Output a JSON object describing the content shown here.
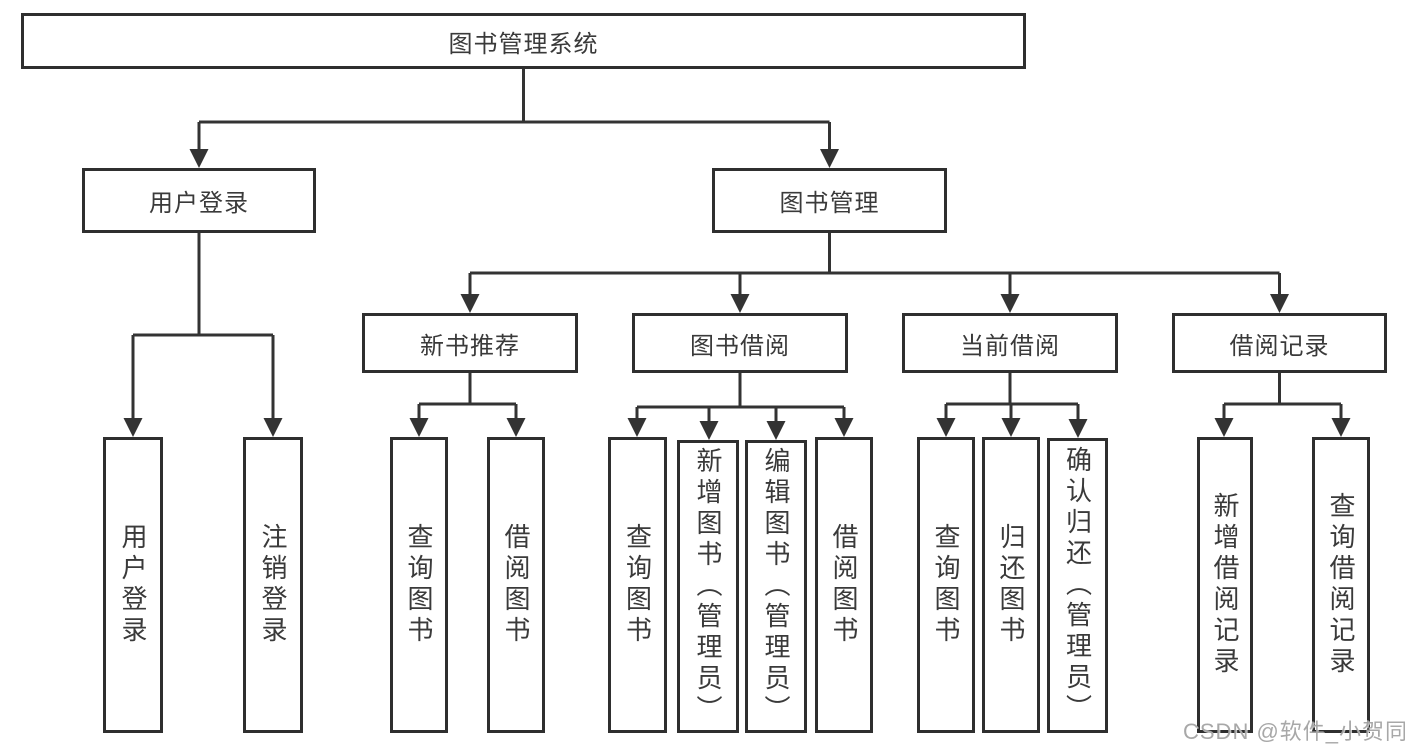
{
  "diagram": {
    "type": "hierarchy-tree",
    "root": {
      "label": "图书管理系统",
      "children": [
        {
          "label": "用户登录",
          "children": [
            {
              "label": "用户登录"
            },
            {
              "label": "注销登录"
            }
          ]
        },
        {
          "label": "图书管理",
          "children": [
            {
              "label": "新书推荐",
              "children": [
                {
                  "label": "查询图书"
                },
                {
                  "label": "借阅图书"
                }
              ]
            },
            {
              "label": "图书借阅",
              "children": [
                {
                  "label": "查询图书"
                },
                {
                  "label": "新增图书（管理员）"
                },
                {
                  "label": "编辑图书（管理员）"
                },
                {
                  "label": "借阅图书"
                }
              ]
            },
            {
              "label": "当前借阅",
              "children": [
                {
                  "label": "查询图书"
                },
                {
                  "label": "归还图书"
                },
                {
                  "label": "确认归还（管理员）"
                }
              ]
            },
            {
              "label": "借阅记录",
              "children": [
                {
                  "label": "新增借阅记录"
                },
                {
                  "label": "查询借阅记录"
                }
              ]
            }
          ]
        }
      ]
    },
    "colors": {
      "line": "#333333",
      "box_border": "#2f2f2f",
      "text": "#3a3a3a",
      "background": "#ffffff",
      "watermark": "#a3a3a3"
    }
  },
  "watermark": {
    "text": "CSDN @软件_小贺同学"
  }
}
